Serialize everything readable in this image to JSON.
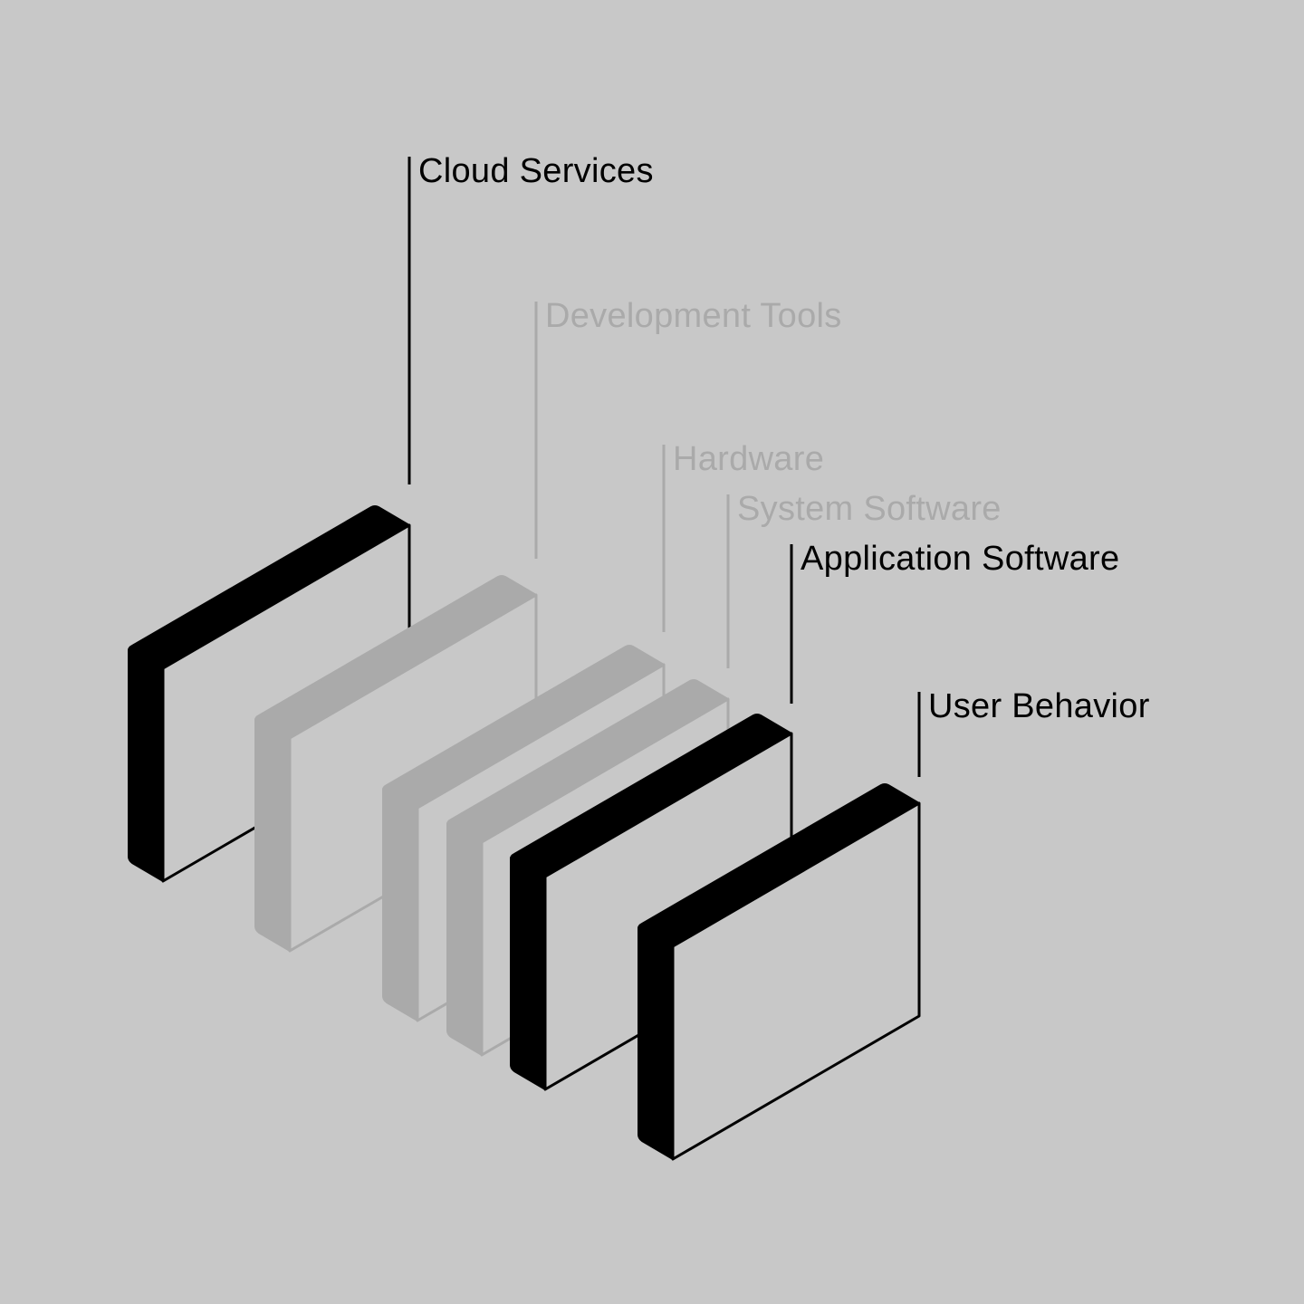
{
  "colors": {
    "background": "#c8c8c8",
    "active": "#000000",
    "inactive": "#aaaaaa"
  },
  "layers": [
    {
      "label": "Cloud Services",
      "active": true
    },
    {
      "label": "Development Tools",
      "active": false
    },
    {
      "label": "Hardware",
      "active": false
    },
    {
      "label": "System Software",
      "active": false
    },
    {
      "label": "Application Software",
      "active": true
    },
    {
      "label": "User Behavior",
      "active": true
    }
  ]
}
